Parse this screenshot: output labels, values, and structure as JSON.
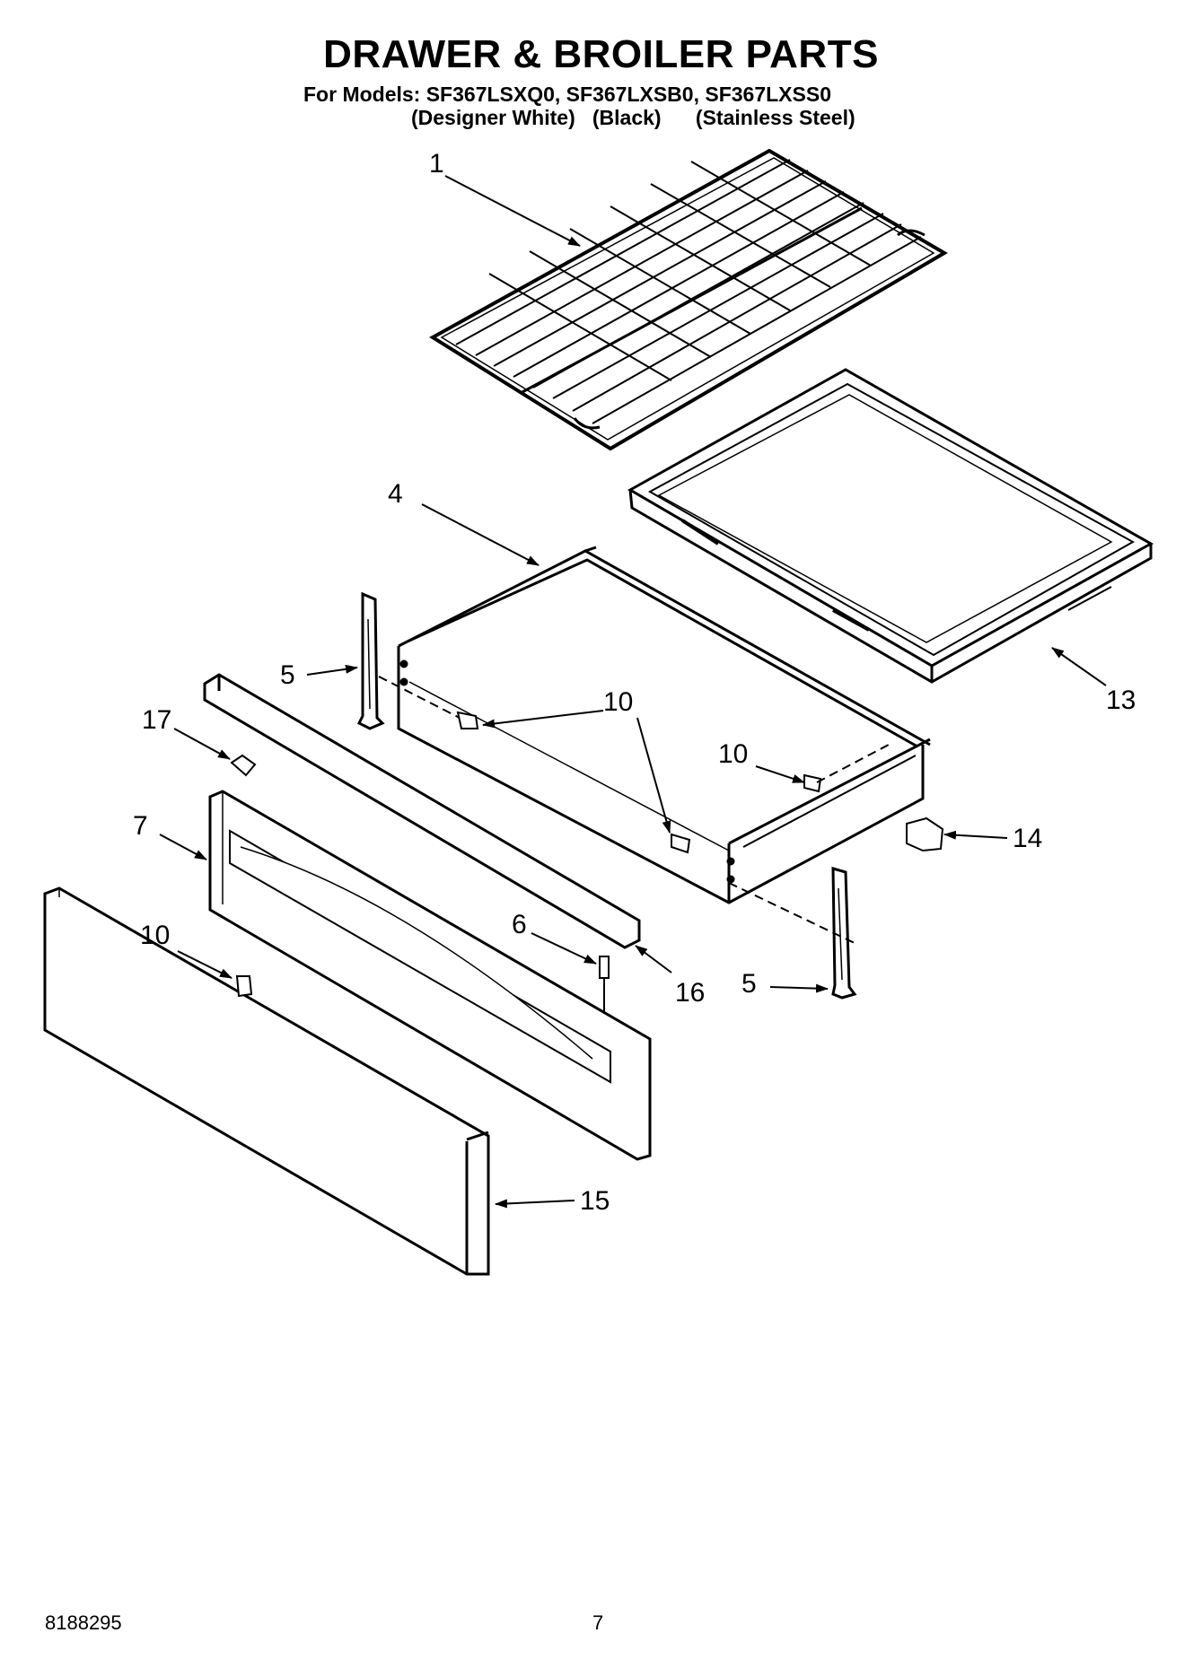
{
  "header": {
    "title": "DRAWER & BROILER PARTS",
    "models_line": "For Models: SF367LSXQ0, SF367LXSB0, SF367LXSS0",
    "variants_line": "(Designer White)   (Black)      (Stainless Steel)"
  },
  "callouts": {
    "c1": "1",
    "c4": "4",
    "c5a": "5",
    "c5b": "5",
    "c6": "6",
    "c7": "7",
    "c10a": "10",
    "c10b": "10",
    "c10c": "10",
    "c13": "13",
    "c14": "14",
    "c15": "15",
    "c16": "16",
    "c17": "17"
  },
  "footer": {
    "doc_number": "8188295",
    "page_number": "7"
  }
}
